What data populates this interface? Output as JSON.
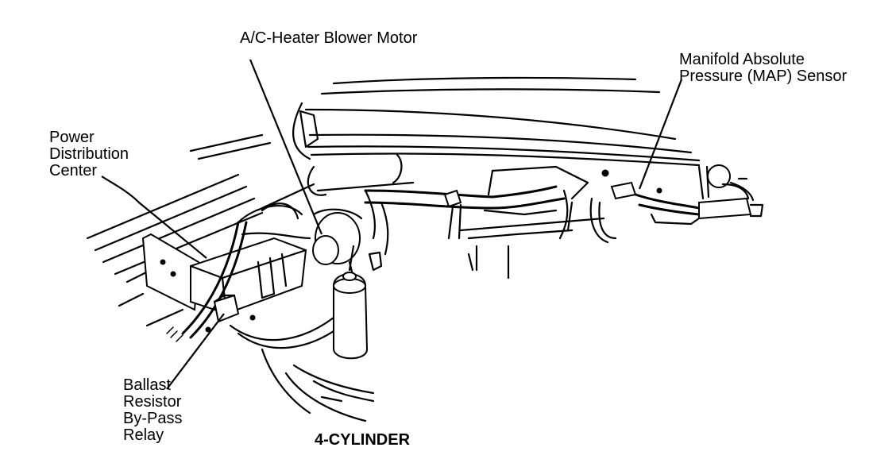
{
  "labels": {
    "blower_motor": "A/C-Heater Blower Motor",
    "map_sensor": [
      "Manifold Absolute",
      "Pressure (MAP) Sensor"
    ],
    "power_distribution": [
      "Power",
      "Distribution",
      "Center"
    ],
    "ballast_relay": [
      "Ballast",
      "Resistor",
      "By-Pass",
      "Relay"
    ]
  },
  "caption": "4-CYLINDER"
}
